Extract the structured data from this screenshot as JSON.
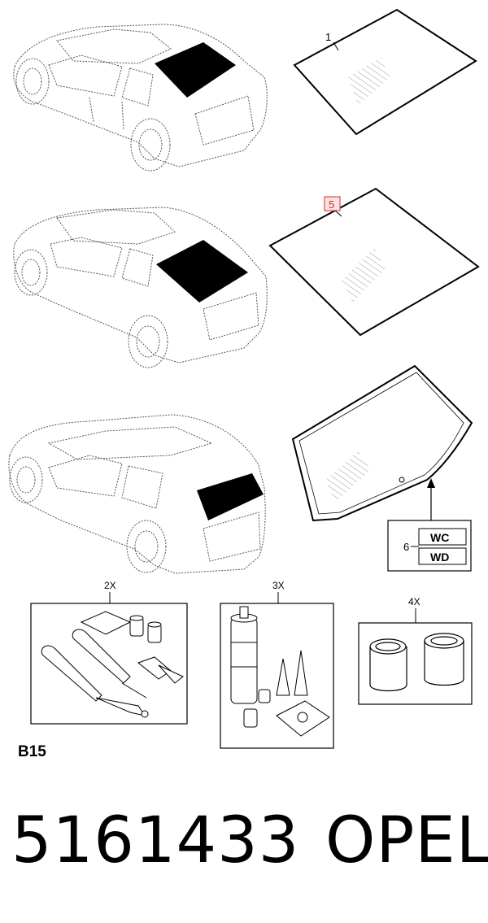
{
  "callouts": {
    "item_1": "1",
    "item_5": "5",
    "item_6": "6",
    "variant_wc": "WC",
    "variant_wd": "WD",
    "qty_kit_2": "2X",
    "qty_kit_3": "3X",
    "qty_kit_4": "4X"
  },
  "group_code": "B15",
  "part_number": "5161433",
  "brand": "OPEL",
  "colors": {
    "highlight_box": "#e04a4a",
    "highlight_fill": "#fbe3e3",
    "line": "#000000",
    "hatch": "#888888"
  }
}
